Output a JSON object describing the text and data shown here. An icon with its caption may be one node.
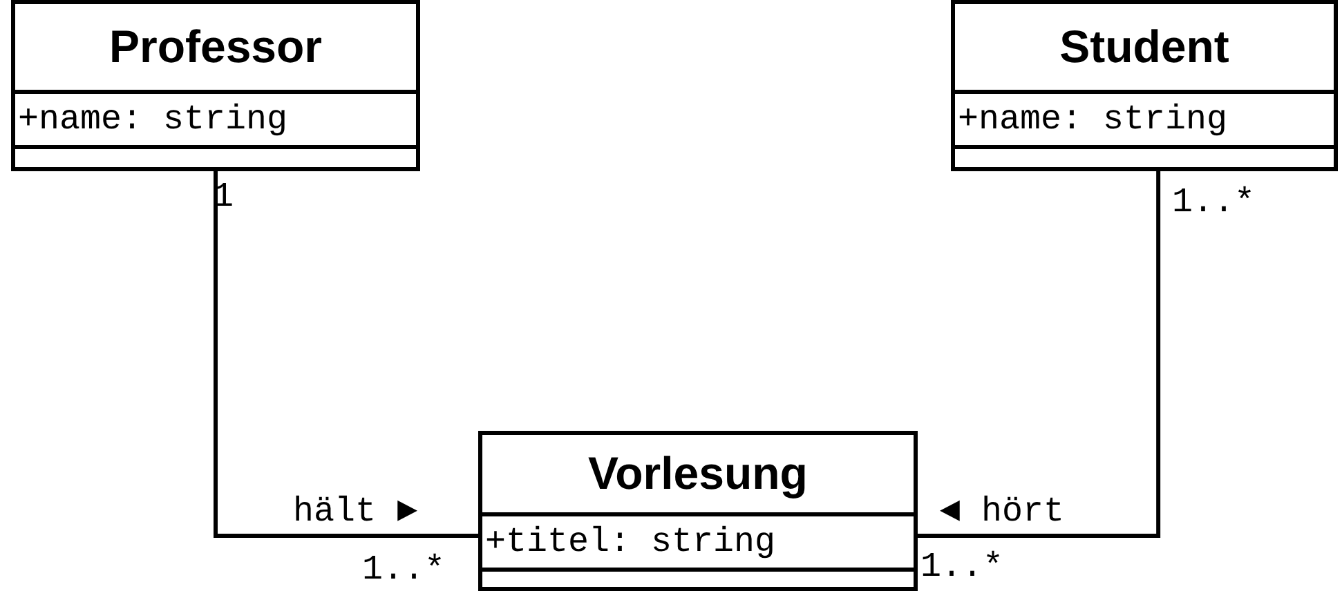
{
  "diagram": {
    "nodes": [
      {
        "text": [
          "Professor",
          "+name: string"
        ]
      },
      {
        "text": [
          "Student",
          "+name: string"
        ]
      },
      {
        "text": [
          "Vorlesung",
          "+titel: string"
        ]
      }
    ],
    "edges": [
      {
        "from": 0,
        "to": 2,
        "arrow": "none",
        "label": "hält ►"
      },
      {
        "from": 1,
        "to": 2,
        "arrow": "none",
        "label": "◄ hört"
      }
    ],
    "labels": [
      "1",
      "1..*",
      "1..*",
      "1..*"
    ]
  }
}
